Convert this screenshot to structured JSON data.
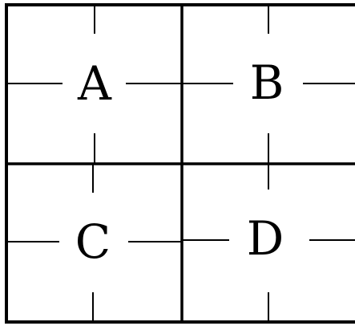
{
  "diagram": {
    "cells": [
      {
        "label": "A"
      },
      {
        "label": "B"
      },
      {
        "label": "C"
      },
      {
        "label": "D"
      }
    ]
  },
  "colors": {
    "line": "#000000",
    "background": "#ffffff"
  }
}
